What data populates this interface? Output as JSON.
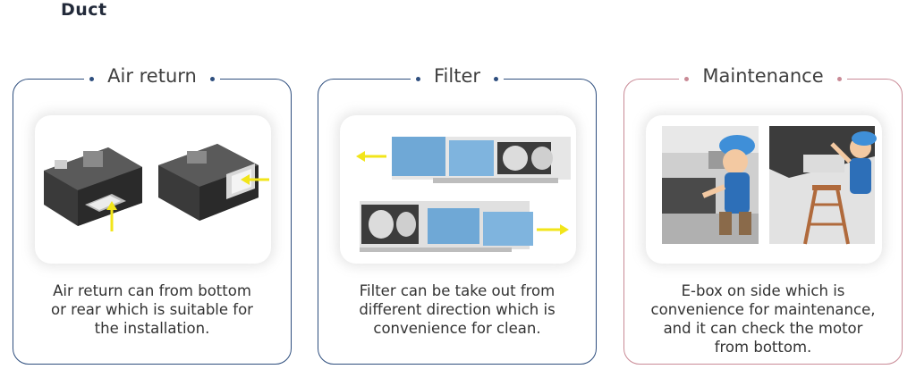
{
  "page": {
    "title": "Duct"
  },
  "cards": [
    {
      "heading": "Air return",
      "description_lines": [
        "Air return can from bottom",
        "or rear which is suitable for",
        "the installation."
      ],
      "border_color": "#2e4e7e"
    },
    {
      "heading": "Filter",
      "description_lines": [
        "Filter can be take out from",
        "different direction which is",
        "convenience for clean."
      ],
      "border_color": "#2e4e7e"
    },
    {
      "heading": "Maintenance",
      "description_lines": [
        "E-box on side which is",
        "convenience for maintenance,",
        "and it can check the motor",
        "from bottom."
      ],
      "border_color": "#c98a96"
    }
  ],
  "colors": {
    "accent_blue": "#2e4e7e",
    "accent_red": "#c98a96",
    "arrow_yellow": "#f2e51a",
    "filter_blue": "#6fa8d6"
  }
}
